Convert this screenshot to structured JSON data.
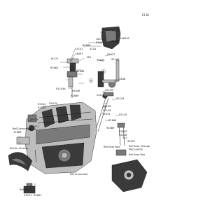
{
  "diagram_code": "E11B",
  "part_numbers": [
    "92028",
    "140916",
    "92068",
    "16171",
    "92055",
    "41141",
    "92068",
    "411A",
    "14091",
    "92027",
    "16171",
    "130",
    "92049",
    "92062",
    "92046",
    "92146",
    "130A",
    "92145A",
    "92046",
    "92009",
    "92143",
    "92145",
    "220",
    "92150",
    "92149",
    "92015",
    "92145",
    "92152",
    "92145",
    "92015",
    "92015",
    "92071",
    "92009",
    "11060",
    "92151",
    "92009",
    "92002",
    "92150",
    "411",
    "92027",
    "21121",
    "92001"
  ],
  "references": {
    "carburetor": "Ref.Carburetor",
    "air_cleaner": "Ref.Air Cleaner",
    "crankcase": "Ref.Crankcase",
    "frame": "Ref.Frame",
    "gear_box_top": "Ref.Gear Box",
    "gear_change": "Ref.Gear Change Mechanism",
    "gear_box_bottom": "Ref.Gear Box"
  },
  "callouts": [
    "A",
    "B"
  ]
}
